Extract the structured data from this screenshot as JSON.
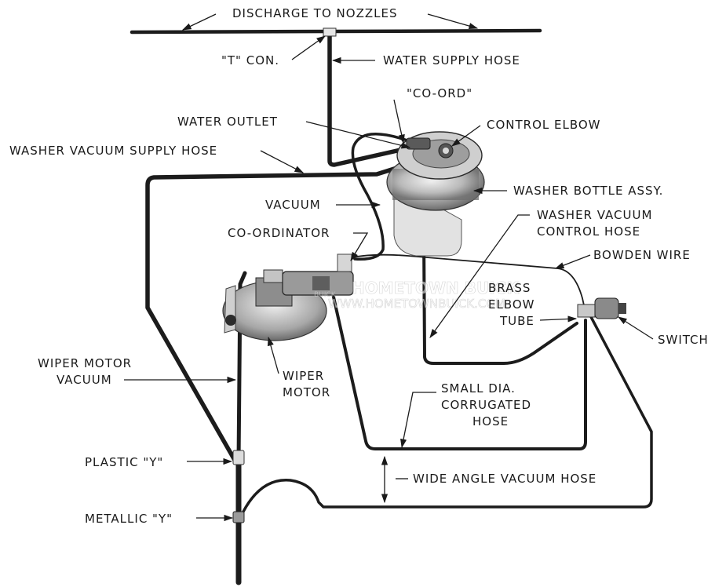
{
  "labels": {
    "discharge": "DISCHARGE TO NOZZLES",
    "t_con": "\"T\" CON.",
    "water_supply": "WATER SUPPLY HOSE",
    "co_ord": "\"CO-ORD\"",
    "water_outlet": "WATER OUTLET",
    "control_elbow": "CONTROL ELBOW",
    "washer_vac_supply": "WASHER VACUUM SUPPLY HOSE",
    "washer_bottle": "WASHER BOTTLE ASSY.",
    "vacuum": "VACUUM",
    "washer_vac_control_1": "WASHER VACUUM",
    "washer_vac_control_2": "CONTROL HOSE",
    "co_ordinator": "CO-ORDINATOR",
    "bowden_wire": "BOWDEN WIRE",
    "brass_1": "BRASS",
    "brass_2": "ELBOW",
    "brass_3": "TUBE",
    "switch": "SWITCH",
    "wiper_motor_vac_1": "WIPER MOTOR",
    "wiper_motor_vac_2": "VACUUM",
    "wiper_motor_1": "WIPER",
    "wiper_motor_2": "MOTOR",
    "small_dia_1": "SMALL DIA.",
    "small_dia_2": "CORRUGATED",
    "small_dia_3": "HOSE",
    "plastic_y": "PLASTIC \"Y\"",
    "wide_angle": "WIDE ANGLE VACUUM HOSE",
    "metallic_y": "METALLIC \"Y\""
  },
  "watermark": {
    "line1": "HOMETOWN BUICK",
    "line2": "WWW.HOMETOWNBUICK.COM",
    "badge": "BUICK"
  },
  "colors": {
    "ink": "#1a1a1a",
    "hose": "#1c1c1c",
    "part_metal": "#b8b8b8",
    "background": "#ffffff"
  }
}
